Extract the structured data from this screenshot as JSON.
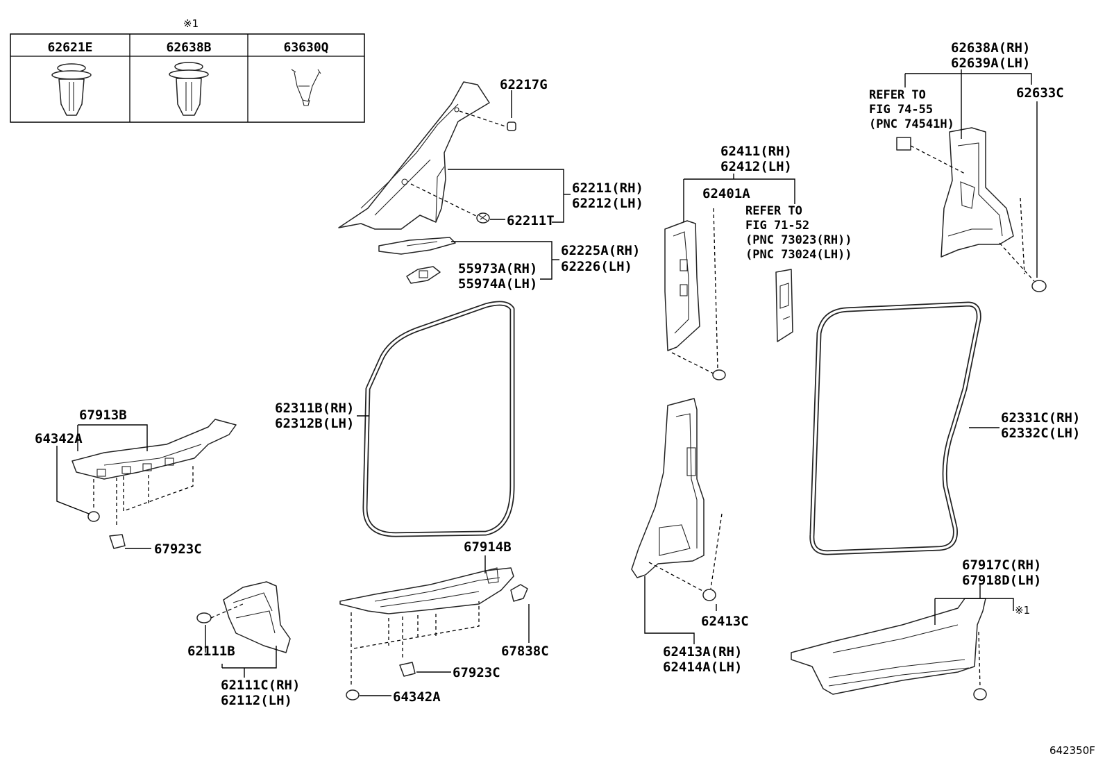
{
  "legend": {
    "note_mark": "※1",
    "headers": [
      "62621E",
      "62638B",
      "63630Q"
    ]
  },
  "labels": {
    "l62217G": "62217G",
    "l62211RH": "62211(RH)",
    "l62212LH": "62212(LH)",
    "l62211T": "62211T",
    "l62225ARH": "62225A(RH)",
    "l62226LH": "62226(LH)",
    "l55973ARH": "55973A(RH)",
    "l55974ALH": "55974A(LH)",
    "l62411RH": "62411(RH)",
    "l62412LH": "62412(LH)",
    "l62401A": "62401A",
    "ref71_1": "REFER TO",
    "ref71_2": "FIG 71-52",
    "ref71_3": "(PNC 73023(RH))",
    "ref71_4": "(PNC 73024(LH))",
    "l62638ARH": "62638A(RH)",
    "l62639ALH": "62639A(LH)",
    "ref74_1": "REFER TO",
    "ref74_2": "FIG 74-55",
    "ref74_3": "(PNC 74541H)",
    "l62633C": "62633C",
    "l62311BRH": "62311B(RH)",
    "l62312BLH": "62312B(LH)",
    "l62331CRH": "62331C(RH)",
    "l62332CLH": "62332C(LH)",
    "l67913B": "67913B",
    "l64342A_top": "64342A",
    "l67923C_top": "67923C",
    "l67914B": "67914B",
    "l67838C": "67838C",
    "l67923C_bot": "67923C",
    "l64342A_bot": "64342A",
    "l62111B": "62111B",
    "l62111CRH": "62111C(RH)",
    "l62112LH": "62112(LH)",
    "l62413C": "62413C",
    "l62413ARH": "62413A(RH)",
    "l62414ALH": "62414A(LH)",
    "l67917CRH": "67917C(RH)",
    "l67918DLH": "67918D(LH)",
    "note_mark2": "※1",
    "figure_id": "642350F"
  }
}
